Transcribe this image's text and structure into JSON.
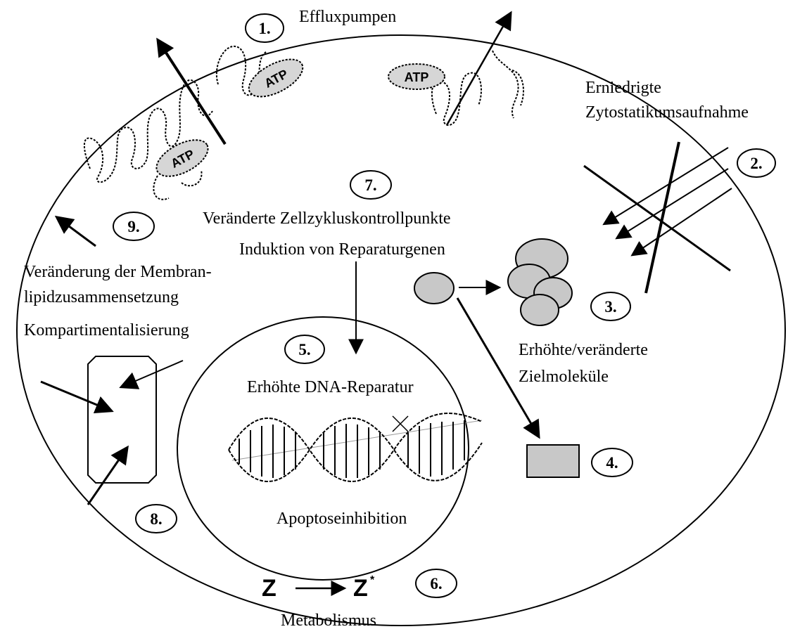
{
  "labels": {
    "efflux": "Effluxpumpen",
    "uptake_line1": "Erniedrigte",
    "uptake_line2": "Zytostatikumsaufnahme",
    "cellcycle": "Veränderte Zellzykluskontrollpunkte",
    "repair_genes": "Induktion von Reparaturgenen",
    "membrane_line1": "Veränderung der Membran-",
    "membrane_line2": "lipidzusammensetzung",
    "compartment": "Kompartimentalisierung",
    "dna_repair": "Erhöhte DNA-Reparatur",
    "targets_line1": "Erhöhte/veränderte",
    "targets_line2": "Zielmoleküle",
    "apoptosis": "Apoptoseinhibition",
    "metabolism": "Metabolismus",
    "atp": "ATP",
    "z": "Z",
    "z_star": "*"
  },
  "numbers": [
    "1.",
    "2.",
    "3.",
    "4.",
    "5.",
    "6.",
    "7.",
    "8.",
    "9."
  ],
  "colors": {
    "stroke": "#000000",
    "fill_grey": "#c8c8c8",
    "dna_axis": "#999999"
  }
}
